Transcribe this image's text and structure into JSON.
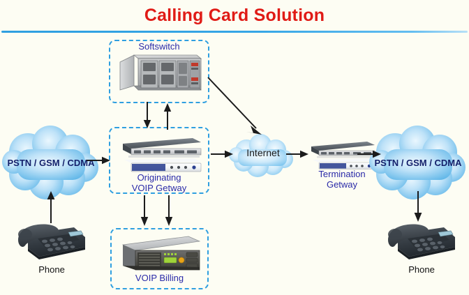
{
  "page": {
    "title": "Calling Card Solution",
    "background_color": "#fdfdf3",
    "title_color": "#e01b16",
    "rule_color": "#2f9fe0"
  },
  "diagram": {
    "type": "network-architecture",
    "dashed_box_color": "#2f9fe0",
    "nodes": {
      "softswitch": {
        "label": "Softswitch",
        "device": "server-chassis",
        "color": "#2a2aa8"
      },
      "originating_gateway": {
        "label_line1": "Originating",
        "label_line2": "VOIP Getway",
        "device": "rack-gateway-pair",
        "color": "#2a2aa8"
      },
      "voip_billing": {
        "label": "VOIP Billing",
        "device": "rack-server",
        "color": "#2a2aa8"
      },
      "internet": {
        "label": "Internet",
        "device": "cloud",
        "color": "#1a1a1a"
      },
      "termination_gateway": {
        "label_line1": "Termination",
        "label_line2": "Getway",
        "device": "rack-gateway-pair",
        "color": "#2a2aa8"
      },
      "pstn_left": {
        "label": "PSTN / GSM / CDMA",
        "device": "cloud",
        "color": "#14216b"
      },
      "pstn_right": {
        "label": "PSTN / GSM / CDMA",
        "device": "cloud",
        "color": "#14216b"
      },
      "phone_left": {
        "label": "Phone",
        "device": "desk-phone",
        "color": "#101010"
      },
      "phone_right": {
        "label": "Phone",
        "device": "desk-phone",
        "color": "#101010"
      }
    },
    "connections": [
      {
        "from": "phone_left",
        "to": "pstn_left",
        "direction": "up"
      },
      {
        "from": "pstn_left",
        "to": "originating_gateway",
        "direction": "right"
      },
      {
        "from": "originating_gateway",
        "to": "softswitch",
        "direction": "up"
      },
      {
        "from": "softswitch",
        "to": "originating_gateway",
        "direction": "down"
      },
      {
        "from": "softswitch",
        "to": "internet",
        "direction": "diagonal-down-right"
      },
      {
        "from": "originating_gateway",
        "to": "internet",
        "direction": "right"
      },
      {
        "from": "originating_gateway",
        "to": "voip_billing",
        "direction": "down"
      },
      {
        "from": "internet",
        "to": "termination_gateway",
        "direction": "right"
      },
      {
        "from": "termination_gateway",
        "to": "pstn_right",
        "direction": "right"
      },
      {
        "from": "pstn_right",
        "to": "phone_right",
        "direction": "down"
      }
    ]
  }
}
